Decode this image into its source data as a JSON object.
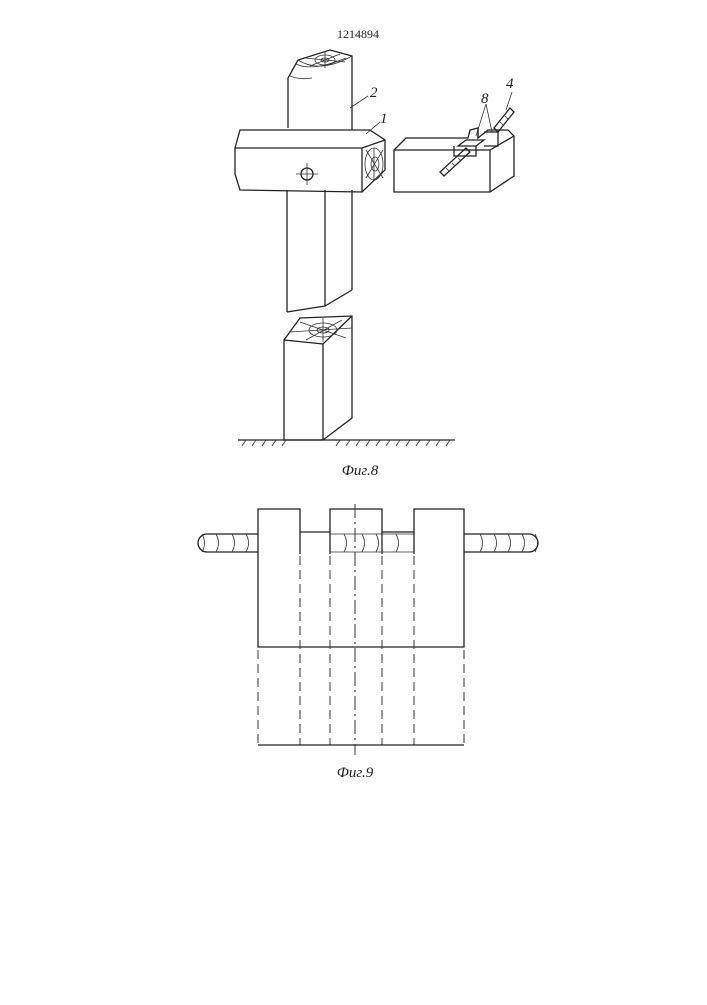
{
  "document": {
    "patent_number": "1214894"
  },
  "figure8": {
    "caption": "Фиг.8",
    "labels": {
      "ref_1": "1",
      "ref_2": "2",
      "ref_4": "4",
      "ref_8": "8"
    }
  },
  "figure9": {
    "caption": "Фиг.9"
  }
}
